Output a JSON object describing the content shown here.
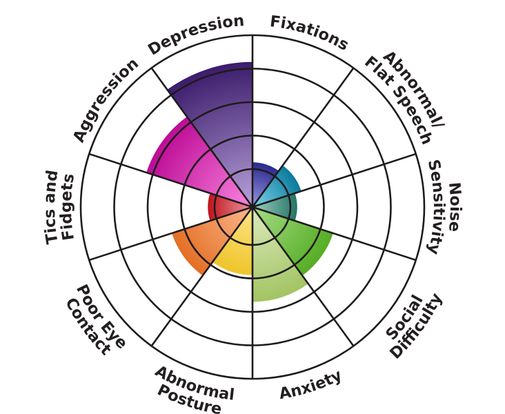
{
  "chart_data": {
    "type": "radial-bar",
    "title": "",
    "scale": {
      "rings": 5,
      "max": 5
    },
    "start": "top",
    "direction": "clockwise",
    "categories": [
      {
        "name": "Fixations",
        "lines": [
          "Fixations"
        ],
        "value": 1.2,
        "color_dark": "#2b2a8e",
        "color_light": "#9a98e2"
      },
      {
        "name": "Abnormal/ Flat Speech",
        "lines": [
          "Abnormal/",
          "Flat Speech"
        ],
        "value": 1.4,
        "color_dark": "#0b7a9c",
        "color_light": "#7fd6ea"
      },
      {
        "name": "Noise Sensitivity",
        "lines": [
          "Noise",
          "Sensitivity"
        ],
        "value": 1.2,
        "color_dark": "#257566",
        "color_light": "#9fd0c2"
      },
      {
        "name": "Social Difficulty",
        "lines": [
          "Social",
          "Difficulty"
        ],
        "value": 2.4,
        "color_dark": "#56ad25",
        "color_light": "#a5dc86"
      },
      {
        "name": "Anxiety",
        "lines": [
          "Anxiety"
        ],
        "value": 2.7,
        "color_dark": "#a3c463",
        "color_light": "#dcebbd"
      },
      {
        "name": "Abnormal Posture",
        "lines": [
          "Abnormal",
          "Posture"
        ],
        "value": 1.9,
        "color_dark": "#efc52a",
        "color_light": "#fde48a"
      },
      {
        "name": "Poor Eye Contact",
        "lines": [
          "Poor Eye",
          "Contact"
        ],
        "value": 2.4,
        "color_dark": "#e46f25",
        "color_light": "#fbb88c"
      },
      {
        "name": "Tics and Fidgets",
        "lines": [
          "Tics and",
          "Fidgets"
        ],
        "value": 1.2,
        "color_dark": "#bf141c",
        "color_light": "#f09aa4"
      },
      {
        "name": "Aggression",
        "lines": [
          "Aggression"
        ],
        "value": 3.2,
        "color_dark": "#bd0c96",
        "color_light": "#fa86e0"
      },
      {
        "name": "Depression",
        "lines": [
          "Depression"
        ],
        "value": 4.2,
        "color_dark": "#3c1c6c",
        "color_light": "#b8a2da"
      }
    ]
  }
}
